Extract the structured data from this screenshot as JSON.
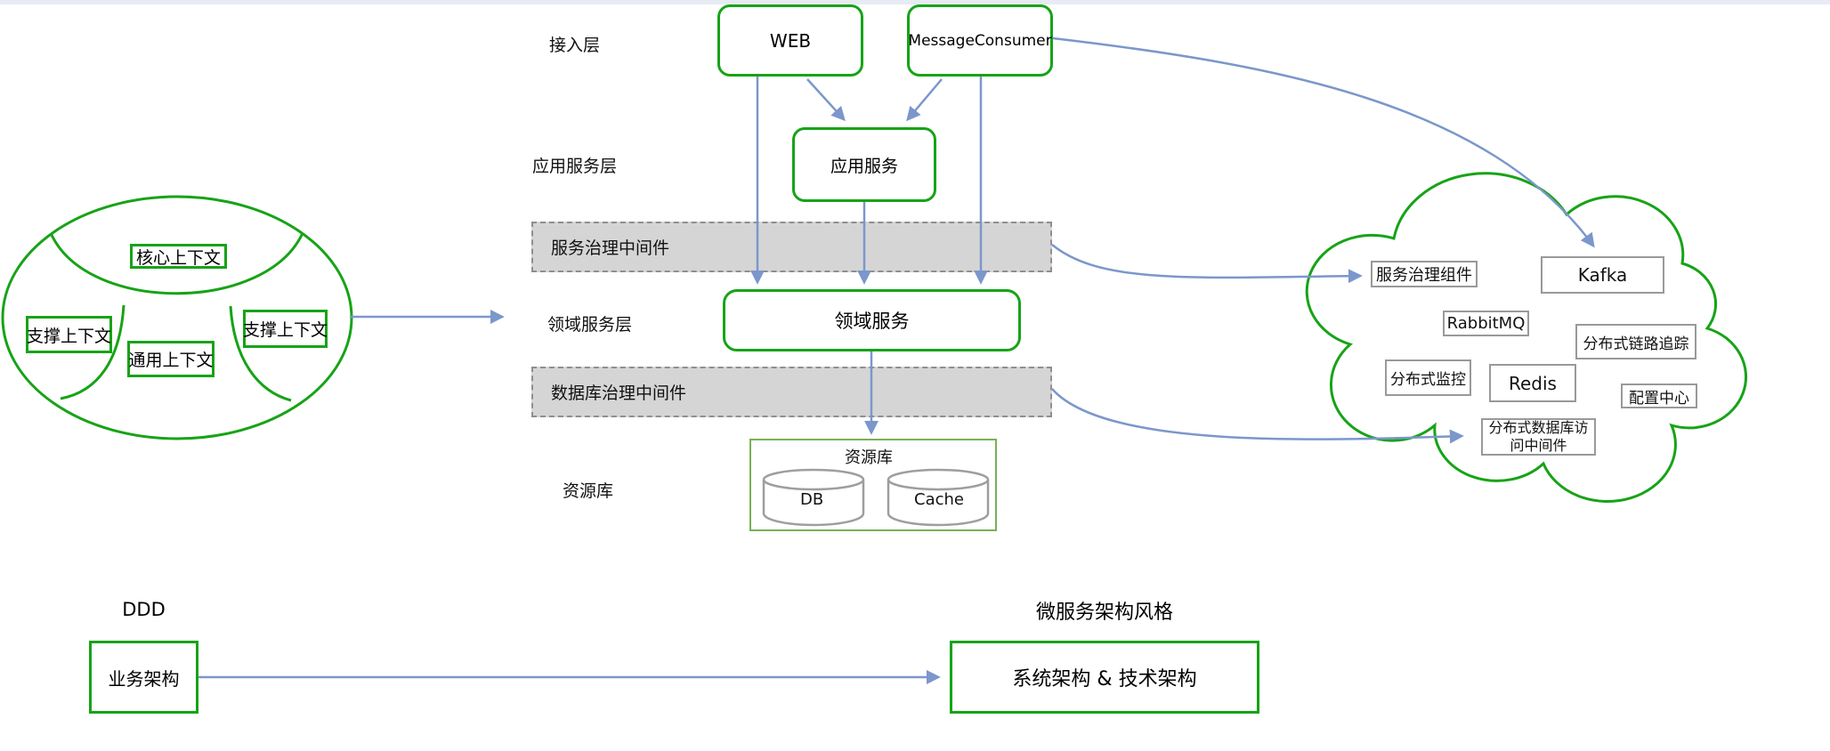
{
  "context_map": {
    "core": "核心上下文",
    "support_left": "支撑上下文",
    "generic": "通用上下文",
    "support_right": "支撑上下文"
  },
  "layer_labels": {
    "access": "接入层",
    "application": "应用服务层",
    "service_governance_mw": "服务治理中间件",
    "domain": "领域服务层",
    "database_governance_mw": "数据库治理中间件",
    "repository": "资源库"
  },
  "nodes": {
    "web": "WEB",
    "message_consumer": "MessageConsumer",
    "application_service": "应用服务",
    "domain_service": "领域服务"
  },
  "repository": {
    "title": "资源库",
    "db": "DB",
    "cache": "Cache"
  },
  "cloud_components": [
    {
      "id": "service-governance",
      "label": "服务治理组件"
    },
    {
      "id": "kafka",
      "label": "Kafka"
    },
    {
      "id": "rabbitmq",
      "label": "RabbitMQ"
    },
    {
      "id": "tracing",
      "label": "分布式链路追踪"
    },
    {
      "id": "monitoring",
      "label": "分布式监控"
    },
    {
      "id": "redis",
      "label": "Redis"
    },
    {
      "id": "config-center",
      "label": "配置中心"
    },
    {
      "id": "distributed-db-access",
      "label": "分布式数据库访问中间件"
    }
  ],
  "bottom": {
    "ddd_label": "DDD",
    "business_architecture": "业务架构",
    "microservice_style_label": "微服务架构风格",
    "system_tech_architecture": "系统架构 & 技术架构"
  },
  "colors": {
    "green": "#17a317",
    "repo_green": "#76b254",
    "gray_border": "#999999",
    "bar_fill": "#d5d5d5",
    "bar_border": "#8f8f8f",
    "arrow_blue": "#7b97cb"
  }
}
